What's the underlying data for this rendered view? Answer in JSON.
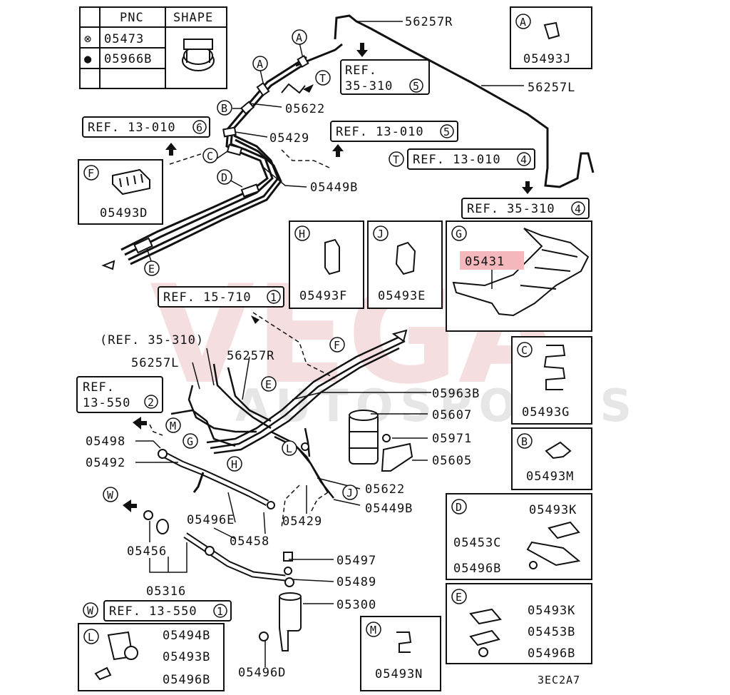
{
  "watermark": {
    "brand": "VEGA",
    "sub": "AUTOSPORTS"
  },
  "legend_table": {
    "headers": [
      "PNC",
      "SHAPE"
    ],
    "rows": [
      {
        "symbol": "⊗",
        "pnc": "05473"
      },
      {
        "symbol": "●",
        "pnc": "05966B"
      }
    ]
  },
  "refs": {
    "r_35_310_5": {
      "text": "REF. 35-310",
      "num": "5"
    },
    "r_13_010_6": {
      "text": "REF. 13-010",
      "num": "6"
    },
    "r_13_010_5": {
      "text": "REF. 13-010",
      "num": "5"
    },
    "r_13_010_4": {
      "text": "REF. 13-010",
      "num": "4"
    },
    "r_35_310_4": {
      "text": "REF. 35-310",
      "num": "4"
    },
    "r_15_710_1": {
      "text": "REF. 15-710",
      "num": "1"
    },
    "r_35_310_paren": "(REF. 35-310)",
    "r_13_550_2": {
      "line1": "REF.",
      "line2": "13-550",
      "num": "2"
    },
    "r_13_550_1": {
      "text": "REF. 13-550",
      "num": "1"
    }
  },
  "markers": {
    "A": "A",
    "B": "B",
    "C": "C",
    "D": "D",
    "E": "E",
    "F": "F",
    "G": "G",
    "H": "H",
    "J": "J",
    "L": "L",
    "M": "M",
    "T": "T",
    "W": "W"
  },
  "labels": {
    "p56257R_top": "56257R",
    "p56257L_top": "56257L",
    "p05622_top": "05622",
    "p05429_top": "05429",
    "p05449B_top": "05449B",
    "p56257L_mid": "56257L",
    "p56257R_mid": "56257R",
    "p05963B": "05963B",
    "p05607": "05607",
    "p05971": "05971",
    "p05605": "05605",
    "p05498": "05498",
    "p05492": "05492",
    "p05622_low": "05622",
    "p05449B_low": "05449B",
    "p05496E": "05496E",
    "p05429_low": "05429",
    "p05458": "05458",
    "p05456": "05456",
    "p05316": "05316",
    "p05497": "05497",
    "p05489": "05489",
    "p05300": "05300",
    "p05496D": "05496D"
  },
  "boxes": {
    "A": {
      "part": "05493J"
    },
    "F": {
      "part": "05493D"
    },
    "H": {
      "part": "05493F"
    },
    "J": {
      "part": "05493E"
    },
    "G": {
      "part": "05431"
    },
    "C": {
      "part": "05493G"
    },
    "B": {
      "part": "05493M"
    },
    "D": {
      "parts": [
        "05493K",
        "05453C",
        "05496B"
      ]
    },
    "E": {
      "parts": [
        "05493K",
        "05453B",
        "05496B"
      ]
    },
    "L": {
      "parts": [
        "05494B",
        "05493B",
        "05496B"
      ]
    },
    "M": {
      "part": "05493N"
    }
  },
  "diagram_code": "3EC2A7",
  "highlight_color": "#f4b8bc"
}
